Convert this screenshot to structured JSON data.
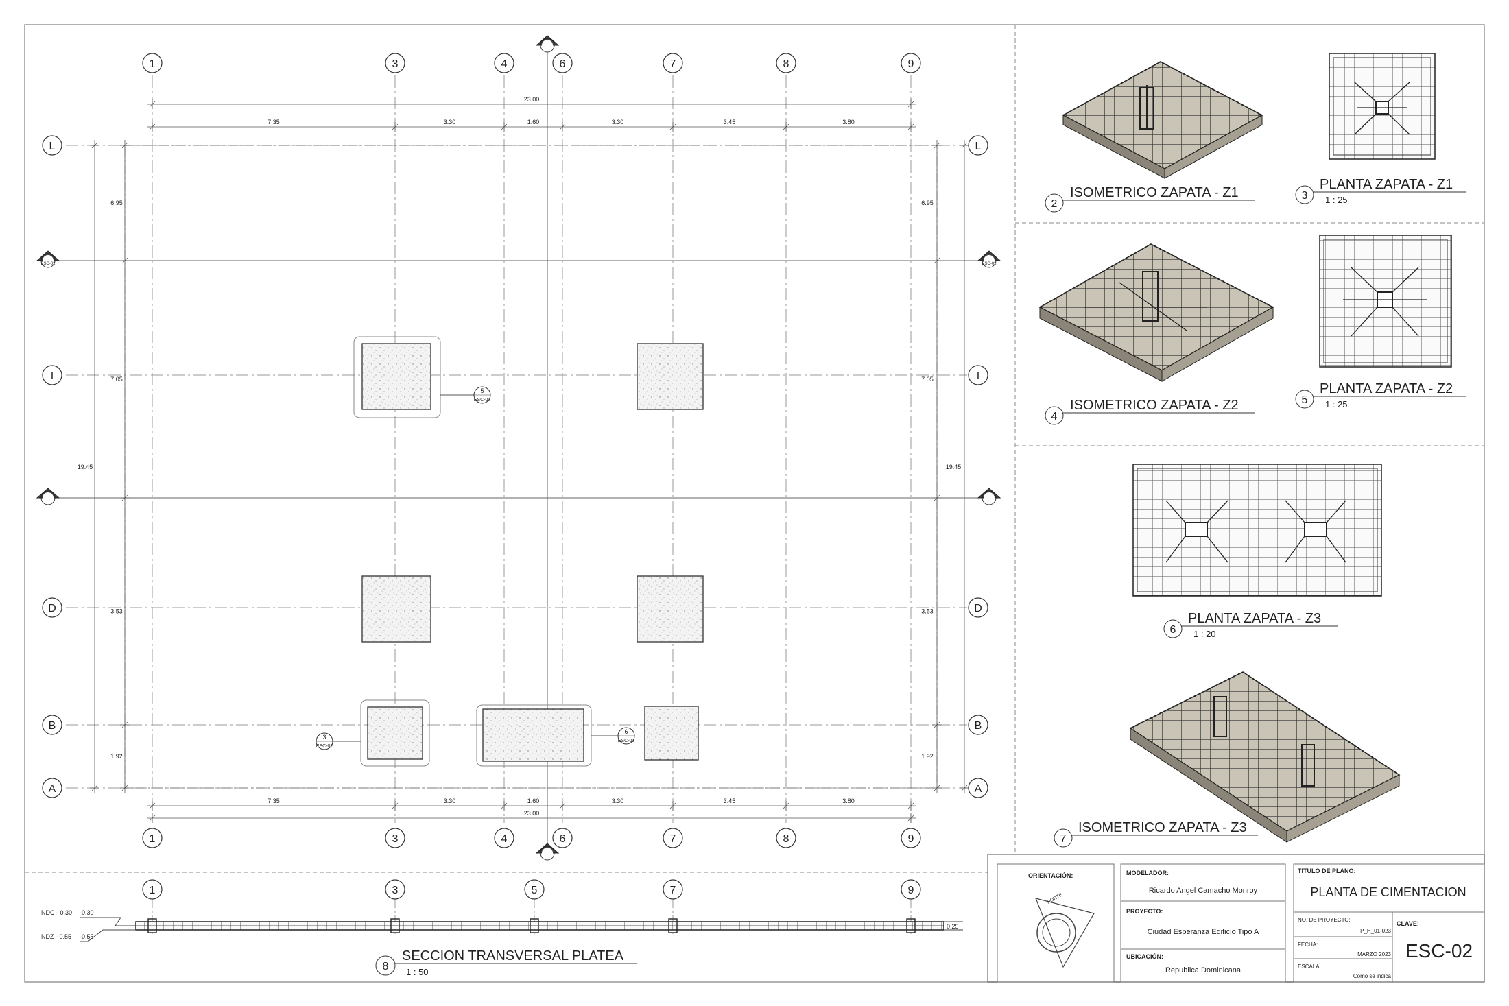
{
  "plan": {
    "grid_top_labels": [
      "1",
      "3",
      "4",
      "6",
      "7",
      "8",
      "9"
    ],
    "grid_side_labels": [
      "L",
      "I",
      "D",
      "B",
      "A"
    ],
    "overall_width": "23.00",
    "top_spans": [
      "7.35",
      "3.30",
      "1.60",
      "3.30",
      "3.45",
      "3.80"
    ],
    "bottom_spans": [
      "7.35",
      "3.30",
      "1.60",
      "3.30",
      "3.45",
      "3.80"
    ],
    "overall_height": "19.45",
    "side_spans": [
      "6.95",
      "7.05",
      "3.53",
      "1.92"
    ],
    "section_tags": [
      {
        "num": "5",
        "sheet": "ESC-02"
      },
      {
        "num": "3",
        "sheet": "ESC-02"
      },
      {
        "num": "6",
        "sheet": "ESC-02"
      }
    ],
    "elev_tag_sheet": "ESC-02"
  },
  "section": {
    "grid_labels": [
      "1",
      "3",
      "5",
      "7",
      "9"
    ],
    "ndc_label": "NDC - 0.30",
    "ndc_value": "-0.30",
    "ndz_label": "NDZ - 0.55",
    "ndz_value": "-0.55",
    "thickness": "0.25",
    "view_num": "8",
    "title": "SECCION TRANSVERSAL PLATEA",
    "scale": "1 : 50"
  },
  "views": [
    {
      "num": "2",
      "title": "ISOMETRICO ZAPATA - Z1",
      "scale": ""
    },
    {
      "num": "3",
      "title": "PLANTA ZAPATA - Z1",
      "scale": "1 : 25"
    },
    {
      "num": "4",
      "title": "ISOMETRICO ZAPATA - Z2",
      "scale": ""
    },
    {
      "num": "5",
      "title": "PLANTA ZAPATA - Z2",
      "scale": "1 : 25"
    },
    {
      "num": "6",
      "title": "PLANTA ZAPATA - Z3",
      "scale": "1 : 20"
    },
    {
      "num": "7",
      "title": "ISOMETRICO ZAPATA - Z3",
      "scale": ""
    }
  ],
  "title_block": {
    "orientacion_label": "ORIENTACIÓN:",
    "north_label": "NORTE",
    "modelador_label": "MODELADOR:",
    "modelador": "Ricardo Angel Camacho Monroy",
    "proyecto_label": "PROYECTO:",
    "proyecto": "Ciudad Esperanza Edificio Tipo A",
    "ubicacion_label": "UBICACIÓN:",
    "ubicacion": "Republica Dominicana",
    "titulo_label": "TITULO DE PLANO:",
    "titulo": "PLANTA DE CIMENTACION",
    "no_proyecto_label": "NO. DE PROYECTO:",
    "no_proyecto": "P_H_01-023",
    "fecha_label": "FECHA:",
    "fecha": "MARZO 2023",
    "escala_label": "ESCALA:",
    "escala": "Como se indica",
    "clave_label": "CLAVE:",
    "clave": "ESC-02"
  }
}
